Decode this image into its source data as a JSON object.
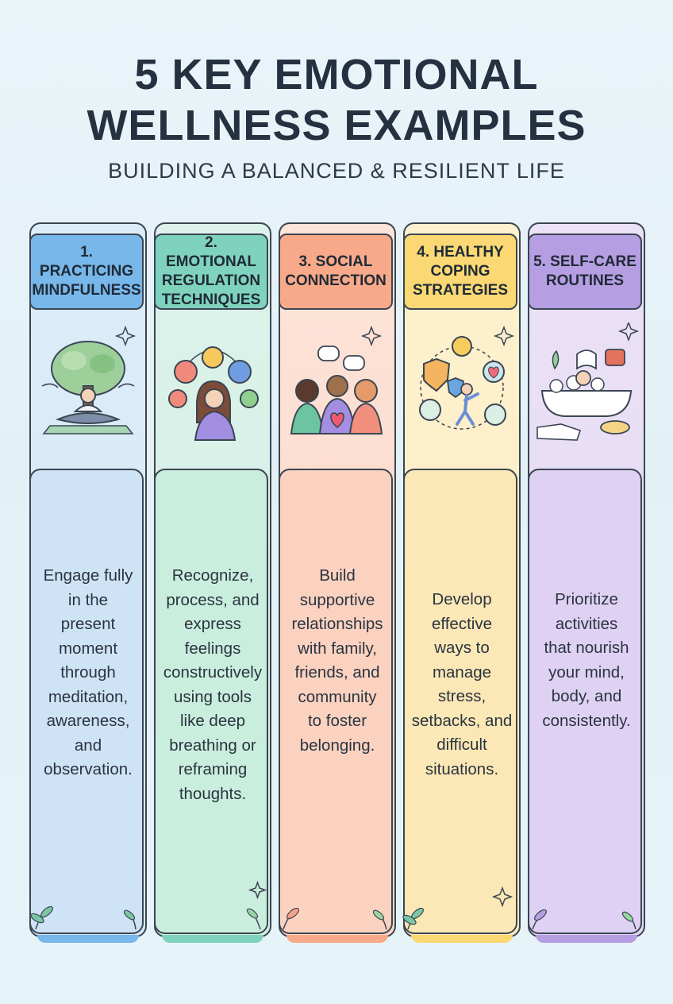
{
  "header": {
    "title_line1": "5 KEY EMOTIONAL",
    "title_line2": "WELLNESS EXAMPLES",
    "subtitle": "BUILDING A BALANCED & RESILIENT LIFE"
  },
  "colors": {
    "mindfulness": "#78b7ea",
    "regulation": "#7fd3bd",
    "social": "#f8a98a",
    "coping": "#fbd873",
    "selfcare": "#b69ee2"
  },
  "columns": [
    {
      "id": "mindfulness",
      "heading": "1. PRACTICING\nMINDFULNESS",
      "description": "Engage fully\nin the\npresent\nmoment\nthrough\nmeditation,\nawareness, and\nobservation.",
      "icon": "meditating-person-under-tree-icon"
    },
    {
      "id": "regulation",
      "heading": "2. EMOTIONAL\nREGULATION\nTECHNIQUES",
      "description": "Recognize,\nprocess, and\nexpress\nfeelings\nconstructively\nusing tools\nlike deep\nbreathing or\nreframing\nthoughts.",
      "icon": "person-with-emotion-faces-icon"
    },
    {
      "id": "social",
      "heading": "3. SOCIAL\nCONNECTION",
      "description": "Build\nsupportive\nrelationships\nwith family,\nfriends, and\ncommunity\nto foster\nbelonging.",
      "icon": "group-of-friends-heart-icon"
    },
    {
      "id": "coping",
      "heading": "4. HEALTHY\nCOPING\nSTRATEGIES",
      "description": "Develop\neffective\nways to\nmanage\nstress,\nsetbacks, and\ndifficult\nsituations.",
      "icon": "coping-strategies-circle-icon"
    },
    {
      "id": "selfcare",
      "heading": "5. SELF-CARE\nROUTINES",
      "description": "Prioritize\nactivities\nthat nourish\nyour mind,\nbody, and\nconsistently.",
      "icon": "relaxing-bath-self-care-icon"
    }
  ]
}
